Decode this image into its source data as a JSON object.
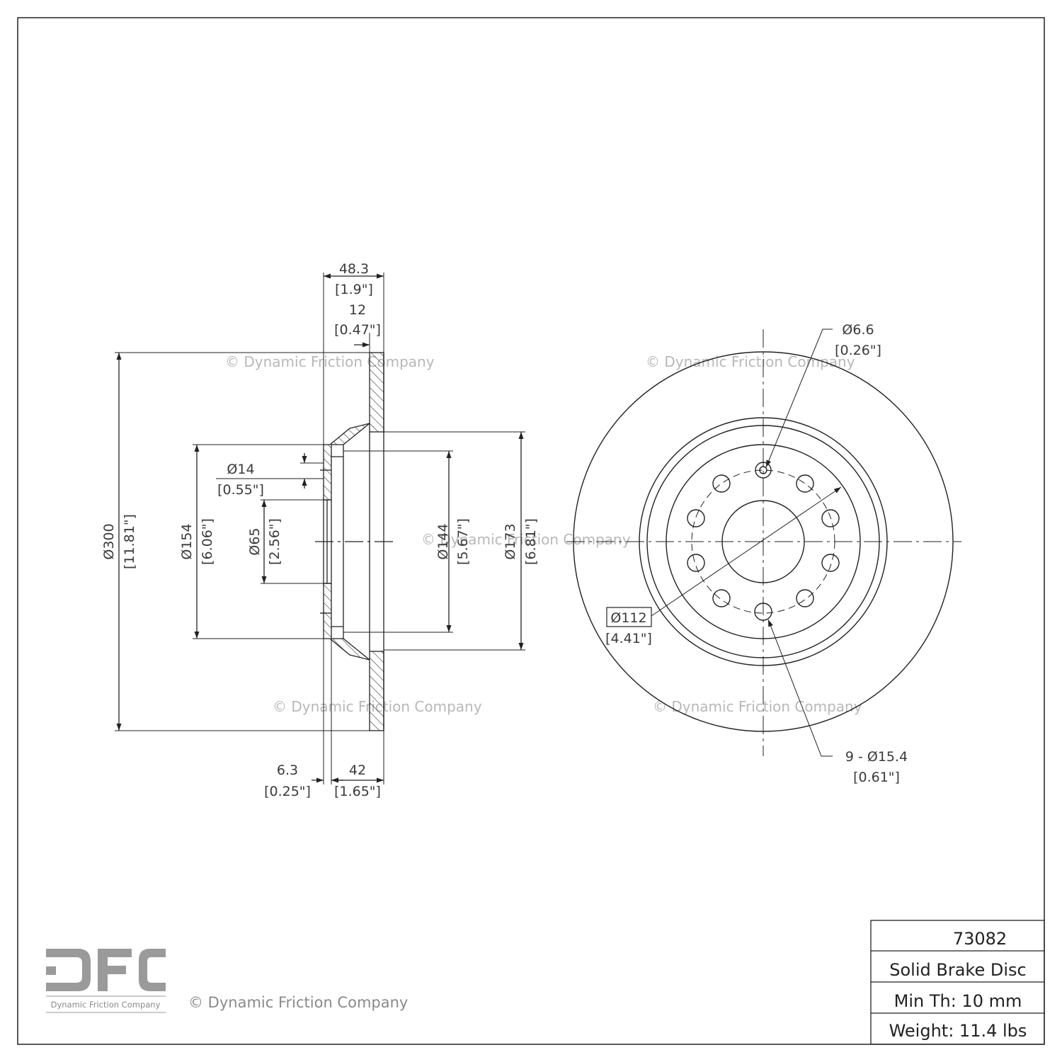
{
  "drawing": {
    "watermark": "© Dynamic Friction Company",
    "logo": {
      "letters": "DFC",
      "subtitle": "Dynamic Friction Company"
    },
    "colors": {
      "line": "#222222",
      "watermark": "#b8b8b8",
      "logo": "#9a9a9a"
    }
  },
  "side_view": {
    "overall_width": {
      "mm": "48.3",
      "in": "[1.9\"]"
    },
    "rotor_thickness": {
      "mm": "12",
      "in": "[0.47\"]"
    },
    "hat_wall": {
      "mm": "6.3",
      "in": "[0.25\"]"
    },
    "hat_height": {
      "mm": "42",
      "in": "[1.65\"]"
    },
    "outer_diameter": {
      "mm": "Ø300",
      "in": "[11.81\"]"
    },
    "hat_diameter": {
      "mm": "Ø154",
      "in": "[6.06\"]"
    },
    "center_bore": {
      "mm": "Ø65",
      "in": "[2.56\"]"
    },
    "stud_hole": {
      "mm": "Ø14",
      "in": "[0.55\"]"
    },
    "inner_hat_diameter": {
      "mm": "Ø144",
      "in": "[5.67\"]"
    },
    "hat_outer_diameter": {
      "mm": "Ø173",
      "in": "[6.81\"]"
    }
  },
  "front_view": {
    "small_hole": {
      "mm": "Ø6.6",
      "in": "[0.26\"]"
    },
    "bolt_circle": {
      "mm": "Ø112",
      "in": "[4.41\"]"
    },
    "bolt_holes": {
      "mm": "9 - Ø15.4",
      "in": "[0.61\"]"
    }
  },
  "title_block": {
    "part_number": "73082",
    "description": "Solid Brake Disc",
    "min_thickness": "Min Th: 10 mm",
    "weight": "Weight: 11.4 lbs"
  }
}
